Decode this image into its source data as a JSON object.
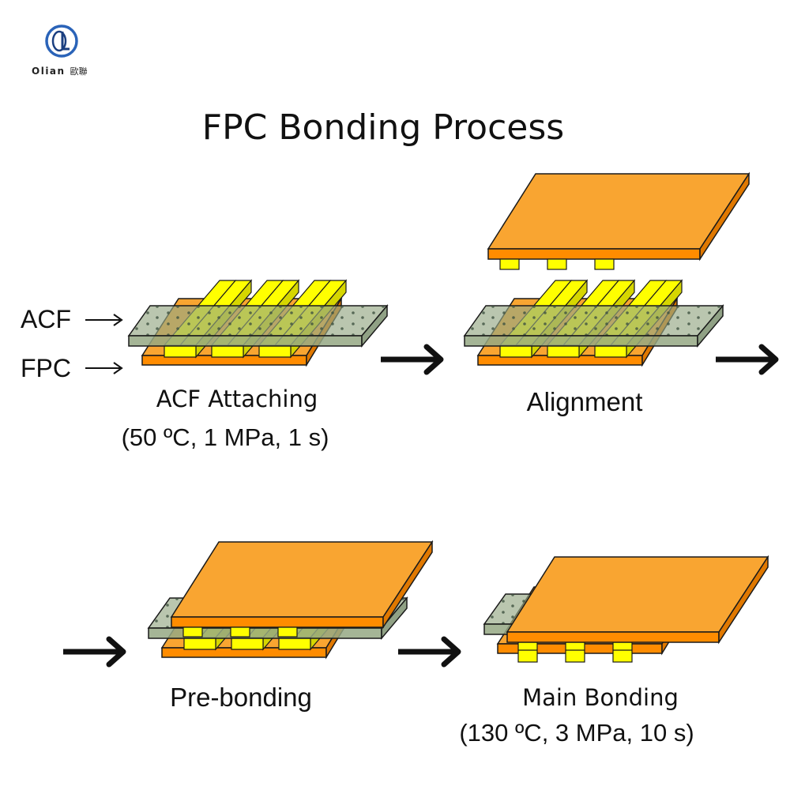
{
  "brand": {
    "name": "Olian",
    "name_cn": "歐聯",
    "logo_icon": "olian-logo-icon",
    "colors": {
      "ring": "#2a63b8",
      "letters": "#1b3f80"
    }
  },
  "title": "FPC Bonding Process",
  "layer_labels": {
    "acf": "ACF",
    "fpc": "FPC"
  },
  "steps": [
    {
      "name": "ACF Attaching",
      "params": "(50 ºC, 1 MPa, 1 s)"
    },
    {
      "name": "Alignment",
      "params": ""
    },
    {
      "name": "Pre-bonding",
      "params": ""
    },
    {
      "name": "Main Bonding",
      "params": "(130 ºC, 3 MPa, 10 s)"
    }
  ],
  "colors": {
    "fpc_orange": "#f9a531",
    "fpc_side": "#ff8c00",
    "bump_yellow": "#ffff00",
    "bump_side": "#d6d600",
    "acf_green": "#95a884",
    "acf_dots": "#3e5240",
    "outline": "#1a1a1a"
  }
}
